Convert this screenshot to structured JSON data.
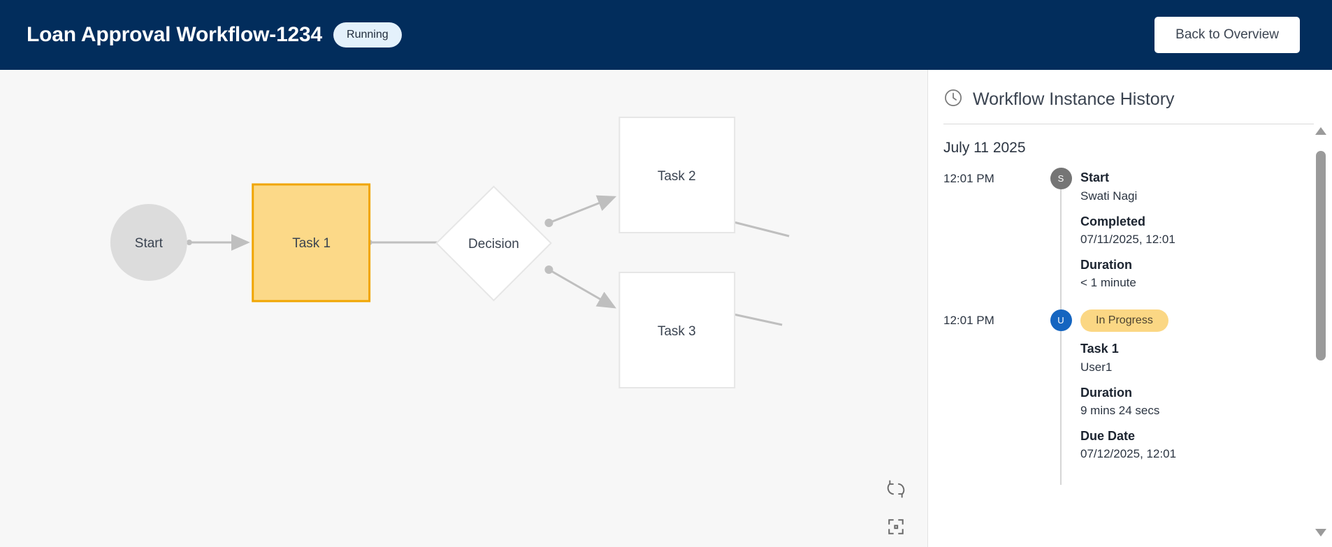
{
  "header": {
    "title": "Loan Approval Workflow-1234",
    "status_badge": "Running",
    "back_button": "Back to Overview",
    "background_color": "#022d5c",
    "badge_color": "#e4f1fb"
  },
  "canvas": {
    "background_color": "#f7f7f7",
    "nodes": [
      {
        "id": "start",
        "label": "Start",
        "shape": "circle",
        "fill": "#dcdcdc",
        "stroke": "#dcdcdc"
      },
      {
        "id": "task1",
        "label": "Task 1",
        "shape": "rect",
        "fill": "#fcd988",
        "stroke": "#f0a500",
        "active": true
      },
      {
        "id": "decision",
        "label": "Decision",
        "shape": "diamond",
        "fill": "#ffffff",
        "stroke": "#e0e0e0"
      },
      {
        "id": "task2",
        "label": "Task 2",
        "shape": "rect",
        "fill": "#ffffff",
        "stroke": "#e3e3e3"
      },
      {
        "id": "task3",
        "label": "Task 3",
        "shape": "rect",
        "fill": "#ffffff",
        "stroke": "#e3e3e3"
      }
    ],
    "edges": [
      {
        "from": "start",
        "to": "task1"
      },
      {
        "from": "task1",
        "to": "decision"
      },
      {
        "from": "decision",
        "to": "task2"
      },
      {
        "from": "decision",
        "to": "task3"
      },
      {
        "from": "task2",
        "to": "offscreen-right"
      },
      {
        "from": "task3",
        "to": "offscreen-right"
      }
    ],
    "edge_color": "#bfbfbf",
    "controls": [
      {
        "name": "refresh-icon",
        "tooltip": "Refresh"
      },
      {
        "name": "fit-to-screen-icon",
        "tooltip": "Fit to screen"
      }
    ]
  },
  "panel": {
    "title": "Workflow Instance History",
    "icon": "clock-icon",
    "date_group": "July 11 2025",
    "entries": [
      {
        "time": "12:01 PM",
        "avatar_initial": "S",
        "avatar_color": "#757575",
        "badge": null,
        "heading": "Start",
        "subtitle": "Swati Nagi",
        "fields": [
          {
            "label": "Completed",
            "value": "07/11/2025, 12:01"
          },
          {
            "label": "Duration",
            "value": "< 1 minute"
          }
        ]
      },
      {
        "time": "12:01 PM",
        "avatar_initial": "U",
        "avatar_color": "#1565c0",
        "badge": "In Progress",
        "badge_color": "#fbd784",
        "heading": "Task 1",
        "subtitle": "User1",
        "fields": [
          {
            "label": "Duration",
            "value": "9 mins 24 secs"
          },
          {
            "label": "Due Date",
            "value": "07/12/2025, 12:01"
          }
        ]
      }
    ],
    "scrollbar": {
      "up_arrow": "scroll-up-arrow",
      "down_arrow": "scroll-down-arrow"
    }
  }
}
